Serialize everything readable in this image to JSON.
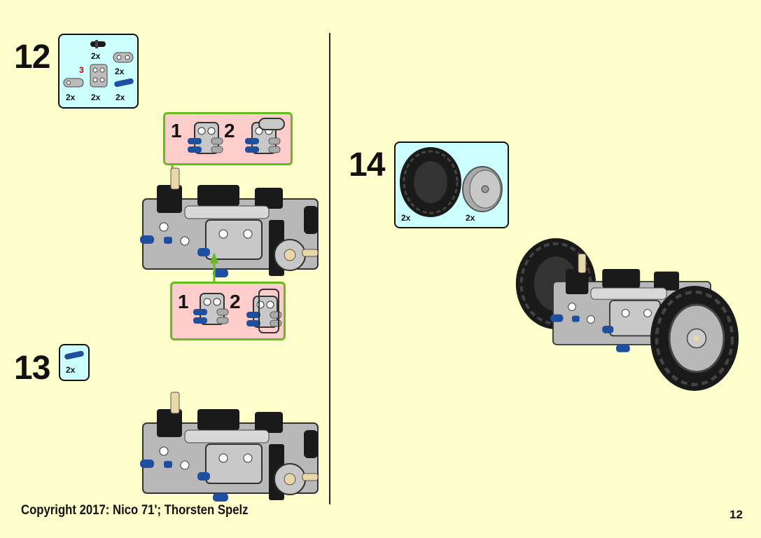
{
  "steps": [
    {
      "number": "12",
      "parts": [
        {
          "qty": "2x",
          "name": "black-pin-icon"
        },
        {
          "qty": "2x",
          "name": "grey-liftarm-icon"
        },
        {
          "qty": "2x",
          "name": "connector-block-icon"
        },
        {
          "qty": "2x",
          "name": "grey-beam-icon"
        },
        {
          "qty": "2x",
          "name": "blue-axle-pin-icon"
        }
      ],
      "part_label": "3",
      "part_label_color": "#cc0000",
      "callouts": [
        {
          "labels": [
            "1",
            "2"
          ]
        },
        {
          "labels": [
            "1",
            "2"
          ]
        }
      ]
    },
    {
      "number": "13",
      "parts": [
        {
          "qty": "2x",
          "name": "blue-axle-pin-icon"
        }
      ]
    },
    {
      "number": "14",
      "parts": [
        {
          "qty": "2x",
          "name": "tire-icon"
        },
        {
          "qty": "2x",
          "name": "wheel-rim-icon"
        }
      ]
    }
  ],
  "footer": {
    "copyright": "Copyright 2017:   Nico 71'; Thorsten Spelz",
    "page_number": "12"
  },
  "colors": {
    "background": "#ffffcc",
    "parts_box": "#ccffff",
    "callout_fill": "#ffcccc",
    "callout_border": "#66bb22",
    "lego_grey": "#b8b8b8",
    "lego_black": "#1a1a1a",
    "lego_blue": "#1e4fa0",
    "lego_tan": "#e8d8a8"
  }
}
